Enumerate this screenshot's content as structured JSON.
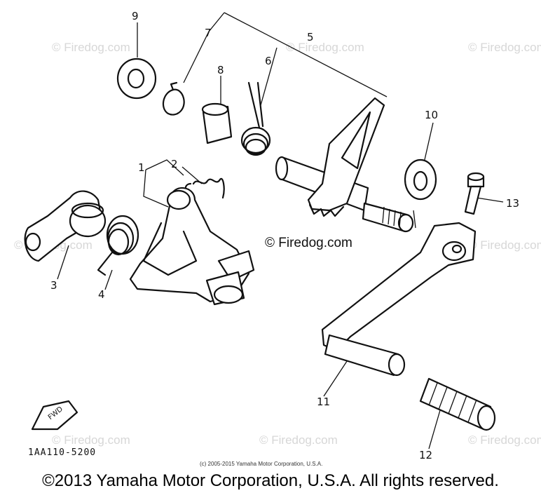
{
  "diagram": {
    "callouts": [
      {
        "id": "c1",
        "text": "1"
      },
      {
        "id": "c2",
        "text": "2"
      },
      {
        "id": "c3",
        "text": "3"
      },
      {
        "id": "c4",
        "text": "4"
      },
      {
        "id": "c5",
        "text": "5"
      },
      {
        "id": "c6",
        "text": "6"
      },
      {
        "id": "c7",
        "text": "7"
      },
      {
        "id": "c8",
        "text": "8"
      },
      {
        "id": "c9",
        "text": "9"
      },
      {
        "id": "c10",
        "text": "10"
      },
      {
        "id": "c11",
        "text": "11"
      },
      {
        "id": "c12",
        "text": "12"
      },
      {
        "id": "c13",
        "text": "13"
      }
    ],
    "fwd_label": "FWD",
    "part_number": "1AA110-5200",
    "watermark": "© Firedog.com",
    "center_watermark": "© Firedog.com",
    "small_copyright": "(c) 2005-2015 Yamaha Motor Corporation, U.S.A.",
    "copyright": "©2013 Yamaha Motor Corporation, U.S.A. All rights reserved."
  }
}
